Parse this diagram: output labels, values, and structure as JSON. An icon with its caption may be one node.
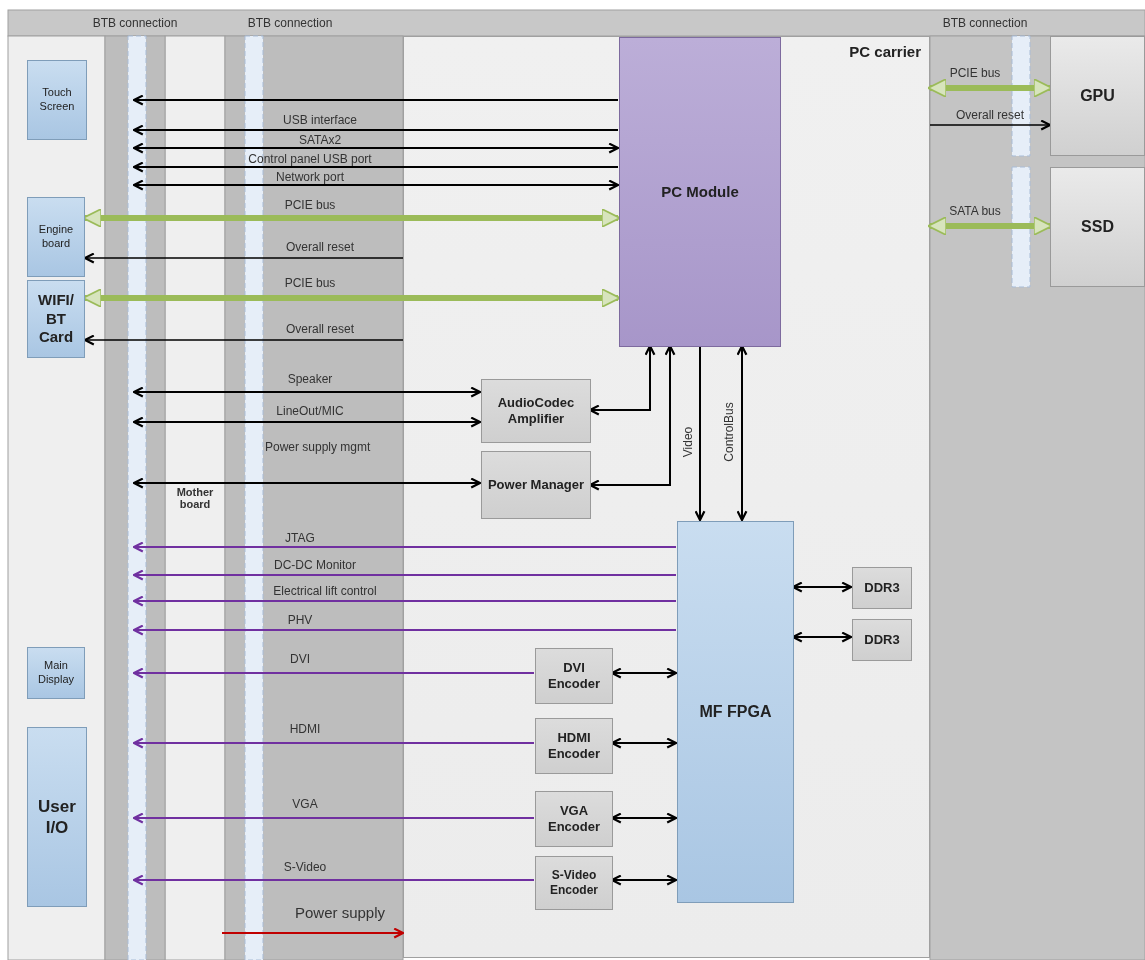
{
  "diagram": {
    "nodes": [
      {
        "text": [
          "PC carrier"
        ]
      },
      {
        "text": [
          "Touch Screen"
        ]
      },
      {
        "text": [
          "Engine board"
        ]
      },
      {
        "text": [
          "WIFI/ BT Card"
        ]
      },
      {
        "text": [
          "Main Display"
        ]
      },
      {
        "text": [
          "User I/O"
        ]
      },
      {
        "text": [
          "PC Module"
        ],
        "in": 0
      },
      {
        "text": [
          "AudioCodec Amplifier"
        ],
        "in": 0
      },
      {
        "text": [
          "Power Manager"
        ],
        "in": 0
      },
      {
        "text": [
          "MF FPGA"
        ],
        "in": 0
      },
      {
        "text": [
          "DDR3"
        ],
        "in": 0
      },
      {
        "text": [
          "DDR3"
        ],
        "in": 0
      },
      {
        "text": [
          "DVI Encoder"
        ],
        "in": 0
      },
      {
        "text": [
          "HDMI Encoder"
        ],
        "in": 0
      },
      {
        "text": [
          "VGA Encoder"
        ],
        "in": 0
      },
      {
        "text": [
          "S-Video Encoder"
        ],
        "in": 0
      },
      {
        "text": [
          "GPU"
        ]
      },
      {
        "text": [
          "SSD"
        ]
      }
    ],
    "edges": [
      {
        "from": 16,
        "to": 0,
        "arrow": "both",
        "label": "PCIE bus",
        "style": "thick",
        "color": "#9bbb59"
      },
      {
        "from": 0,
        "to": 16,
        "arrow": "to",
        "label": "Overall reset"
      },
      {
        "from": 17,
        "to": 0,
        "arrow": "both",
        "label": "SATA bus",
        "style": "thick",
        "color": "#9bbb59"
      },
      {
        "from": 6,
        "to": null,
        "arrow": "to"
      },
      {
        "from": 6,
        "to": null,
        "arrow": "to",
        "label": "USB interface"
      },
      {
        "from": 6,
        "to": null,
        "arrow": "both",
        "label": "SATAx2"
      },
      {
        "from": 6,
        "to": null,
        "arrow": "to",
        "label": "Control panel USB port"
      },
      {
        "from": 6,
        "to": null,
        "arrow": "both",
        "label": "Network port"
      },
      {
        "from": 6,
        "to": 2,
        "arrow": "both",
        "label": "PCIE bus",
        "style": "thick",
        "color": "#9bbb59"
      },
      {
        "from": 0,
        "to": 2,
        "arrow": "to",
        "label": "Overall reset"
      },
      {
        "from": 6,
        "to": 3,
        "arrow": "both",
        "label": "PCIE bus",
        "style": "thick",
        "color": "#9bbb59"
      },
      {
        "from": 0,
        "to": 3,
        "arrow": "to",
        "label": "Overall reset"
      },
      {
        "from": 7,
        "to": null,
        "arrow": "both",
        "label": "Speaker"
      },
      {
        "from": 7,
        "to": null,
        "arrow": "both",
        "label": "LineOut/MIC"
      },
      {
        "from": 8,
        "to": null,
        "arrow": "both",
        "label": "Power supply mgmt"
      },
      {
        "from": 6,
        "to": 7,
        "arrow": "both"
      },
      {
        "from": 6,
        "to": 8,
        "arrow": "both"
      },
      {
        "from": 6,
        "to": 9,
        "arrow": "to",
        "label": "Video"
      },
      {
        "from": 6,
        "to": 9,
        "arrow": "both",
        "label": "ControlBus"
      },
      {
        "from": 9,
        "to": null,
        "arrow": "to",
        "label": "JTAG",
        "color": "#7030a0"
      },
      {
        "from": 9,
        "to": null,
        "arrow": "to",
        "label": "DC-DC Monitor",
        "color": "#7030a0"
      },
      {
        "from": 9,
        "to": null,
        "arrow": "to",
        "label": "Electrical lift control",
        "color": "#7030a0"
      },
      {
        "from": 9,
        "to": null,
        "arrow": "to",
        "label": "PHV",
        "color": "#7030a0"
      },
      {
        "from": 10,
        "to": 9,
        "arrow": "both"
      },
      {
        "from": 11,
        "to": 9,
        "arrow": "both"
      },
      {
        "from": 12,
        "to": null,
        "arrow": "to",
        "label": "DVI",
        "color": "#7030a0"
      },
      {
        "from": 9,
        "to": 12,
        "arrow": "both"
      },
      {
        "from": 13,
        "to": null,
        "arrow": "to",
        "label": "HDMI",
        "color": "#7030a0"
      },
      {
        "from": 9,
        "to": 13,
        "arrow": "both"
      },
      {
        "from": 14,
        "to": null,
        "arrow": "to",
        "label": "VGA",
        "color": "#7030a0"
      },
      {
        "from": 9,
        "to": 14,
        "arrow": "both"
      },
      {
        "from": 15,
        "to": null,
        "arrow": "to",
        "label": "S-Video",
        "color": "#7030a0"
      },
      {
        "from": 9,
        "to": 15,
        "arrow": "both"
      },
      {
        "from": null,
        "to": 0,
        "arrow": "to",
        "label": "Power supply",
        "color": "#c00000"
      }
    ],
    "labels": [
      "BTB connection",
      "BTB connection",
      "BTB connection",
      "Mother board"
    ]
  }
}
